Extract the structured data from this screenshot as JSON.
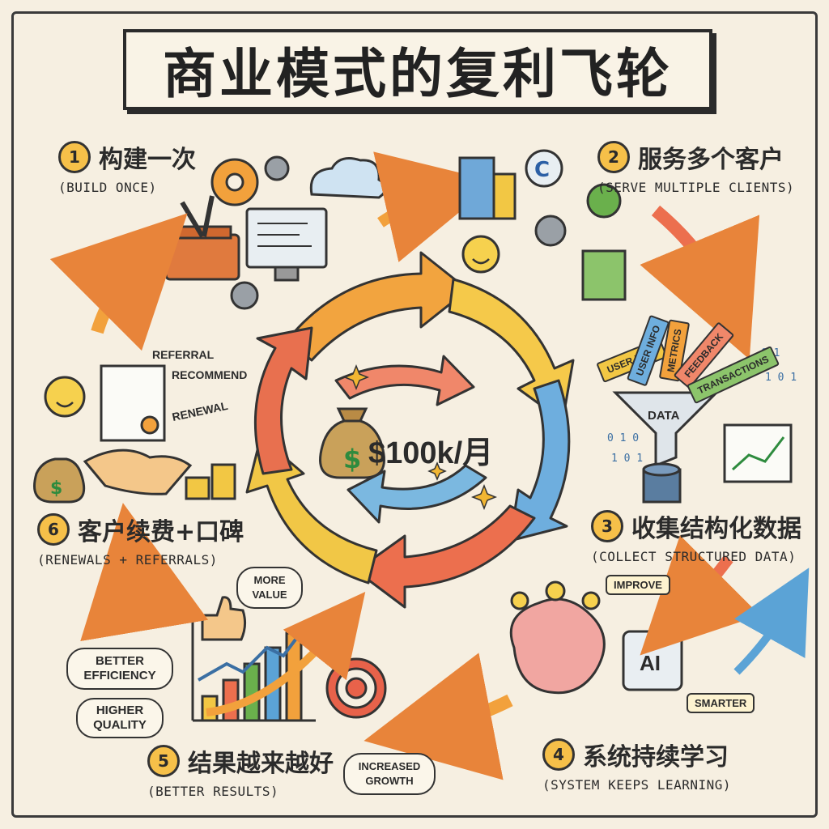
{
  "title": "商业模式的复利飞轮",
  "center": {
    "value": "$100k/月"
  },
  "steps": [
    {
      "num": "1",
      "cn": "构建一次",
      "en": "(BUILD ONCE)"
    },
    {
      "num": "2",
      "cn": "服务多个客户",
      "en": "(SERVE MULTIPLE CLIENTS)"
    },
    {
      "num": "3",
      "cn": "收集结构化数据",
      "en": "(COLLECT STRUCTURED DATA)"
    },
    {
      "num": "4",
      "cn": "系统持续学习",
      "en": "(SYSTEM KEEPS LEARNING)"
    },
    {
      "num": "5",
      "cn": "结果越来越好",
      "en": "(BETTER RESULTS)"
    },
    {
      "num": "6",
      "cn": "客户续费+口碑",
      "en": "(RENEWALS + REFERRALS)"
    }
  ],
  "data_streams": [
    "USER INFO",
    "USER INFO",
    "METRICS",
    "FEEDBACK",
    "TRANSACTIONS"
  ],
  "funnel_label": "DATA",
  "ai": {
    "chip": "AI",
    "improve": "IMPROVE",
    "smarter": "SMARTER"
  },
  "results": {
    "more_value": "MORE VALUE",
    "increased_growth": "INCREASED GROWTH"
  },
  "benefits": [
    "BETTER EFFICIENCY",
    "HIGHER QUALITY"
  ],
  "renewal_labels": [
    "REFERRAL",
    "RECOMMEND",
    "RENEWAL"
  ],
  "colors": {
    "orange": "#f29b38",
    "yellow": "#f2c744",
    "red": "#e8624a",
    "blue": "#5ba3d6",
    "green": "#6ab04c",
    "paper": "#f6efe1"
  }
}
